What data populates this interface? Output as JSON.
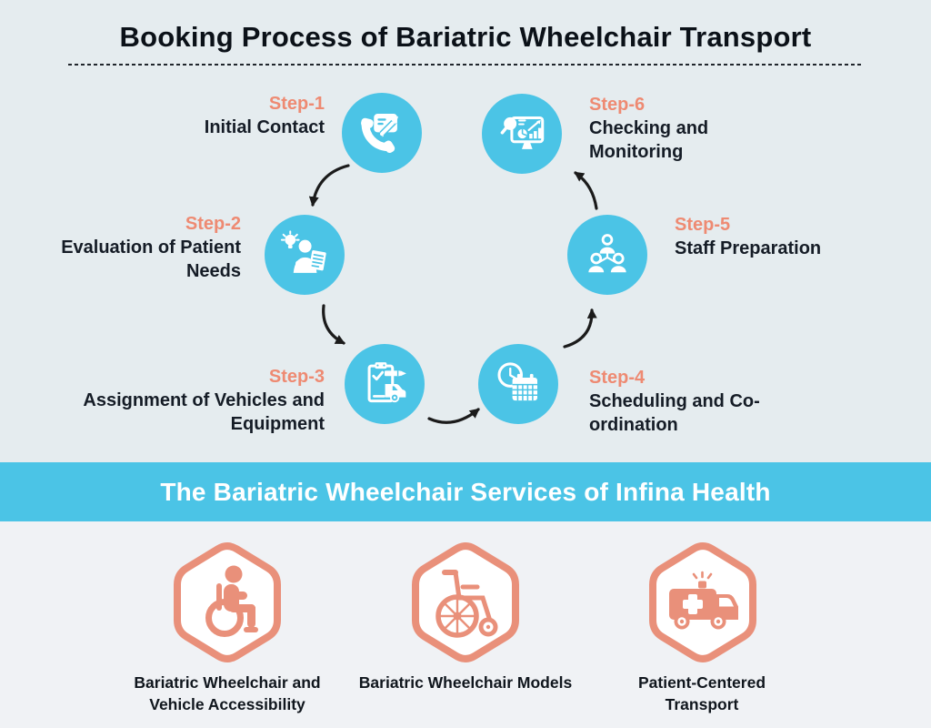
{
  "title": "Booking Process of Bariatric Wheelchair Transport",
  "process": {
    "steps": [
      {
        "label": "Step-1",
        "name": "Initial Contact",
        "icon": "phone-call-message-icon"
      },
      {
        "label": "Step-2",
        "name": "Evaluation of Patient Needs",
        "icon": "patient-assessment-icon"
      },
      {
        "label": "Step-3",
        "name": "Assignment of Vehicles and Equipment",
        "icon": "vehicle-checklist-icon"
      },
      {
        "label": "Step-4",
        "name": "Scheduling and Co-ordination",
        "icon": "clock-calendar-icon"
      },
      {
        "label": "Step-5",
        "name": "Staff Preparation",
        "icon": "team-hierarchy-icon"
      },
      {
        "label": "Step-6",
        "name": "Checking and Monitoring",
        "icon": "monitor-analytics-icon"
      }
    ]
  },
  "banner": {
    "title": "The Bariatric Wheelchair Services of Infina Health"
  },
  "services": [
    {
      "label": "Bariatric Wheelchair and Vehicle Accessibility",
      "icon": "wheelchair-user-icon"
    },
    {
      "label": "Bariatric Wheelchair Models",
      "icon": "wheelchair-icon"
    },
    {
      "label": "Patient-Centered Transport",
      "icon": "ambulance-icon"
    }
  ],
  "colors": {
    "background_top": "#e5ecef",
    "background_bottom": "#f0f2f5",
    "accent_cyan": "#4bc4e6",
    "accent_salmon": "#ee8a72",
    "hexagon_salmon": "#e9907a",
    "text_dark": "#151c26",
    "arrow_black": "#1b1b1b"
  }
}
